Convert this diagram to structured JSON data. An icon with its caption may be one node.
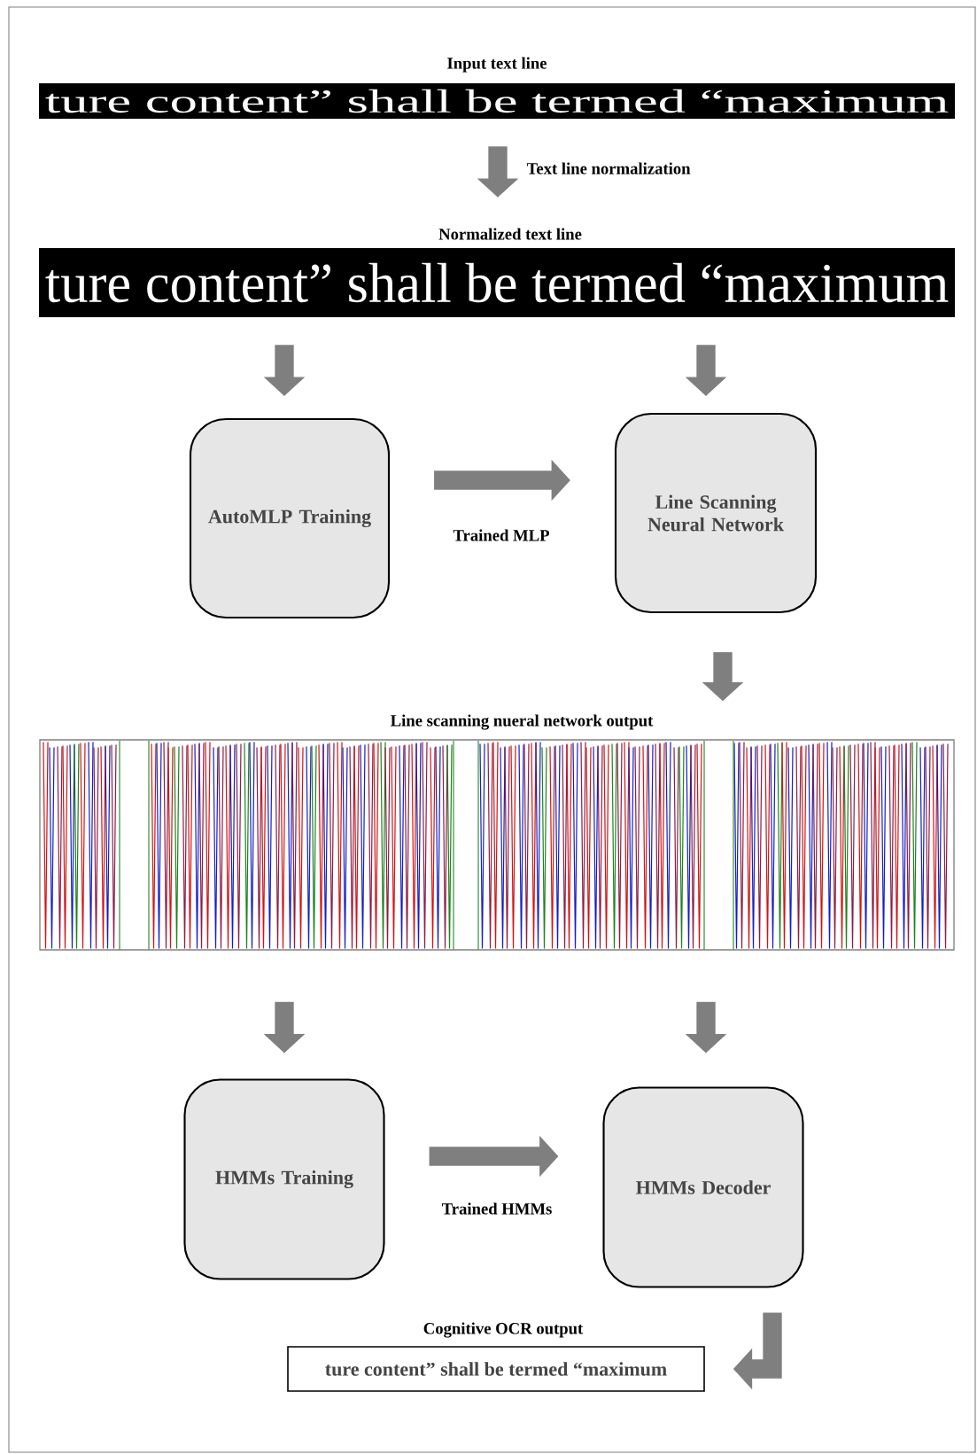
{
  "diagram": {
    "nodes": [
      {
        "text": [
          "Input text line",
          "ture content” shall be termed “maximum"
        ]
      },
      {
        "text": [
          "Normalized text line",
          "ture content” shall be termed “maximum"
        ]
      },
      {
        "text": [
          "AutoMLP Training"
        ]
      },
      {
        "text": [
          "Line Scanning Neural Network"
        ]
      },
      {
        "text": [
          "Line scanning nueral network output"
        ]
      },
      {
        "text": [
          "HMMs Training"
        ]
      },
      {
        "text": [
          "HMMs  Decoder"
        ]
      },
      {
        "text": [
          "Cognitive OCR output",
          "ture content” shall be termed “maximum"
        ]
      }
    ],
    "edges": [
      {
        "from": 0,
        "to": 1,
        "arrow": "to",
        "label": "Text line normalization"
      },
      {
        "from": 1,
        "to": 2,
        "arrow": "to"
      },
      {
        "from": 1,
        "to": 3,
        "arrow": "to"
      },
      {
        "from": 2,
        "to": 3,
        "arrow": "to",
        "label": "Trained MLP"
      },
      {
        "from": 3,
        "to": 4,
        "arrow": "to"
      },
      {
        "from": 4,
        "to": 5,
        "arrow": "to"
      },
      {
        "from": 4,
        "to": 6,
        "arrow": "to"
      },
      {
        "from": 5,
        "to": 6,
        "arrow": "to",
        "label": "Trained HMMs"
      },
      {
        "from": 6,
        "to": 7,
        "arrow": "to"
      }
    ]
  }
}
